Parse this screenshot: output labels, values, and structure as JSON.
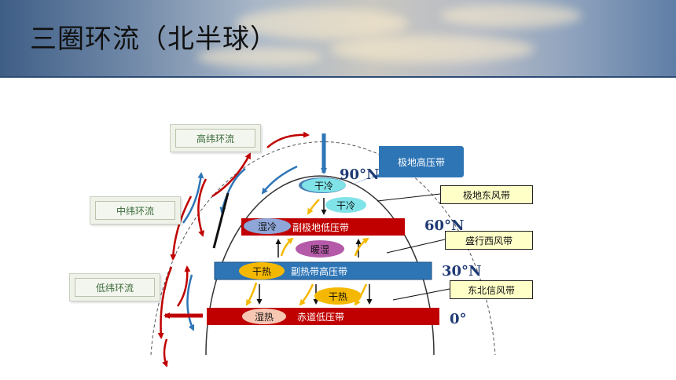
{
  "title": "三圈环流（北半球）",
  "cells": {
    "high": "高纬环流",
    "mid": "中纬环流",
    "low": "低纬环流"
  },
  "callout": "极地高压带",
  "latitudes": {
    "lat90": "90°N",
    "lat60": "60°N",
    "lat30": "30°N",
    "lat0": "0°"
  },
  "belts": {
    "subpolar_low": "副极地低压带",
    "subtropical_high": "副热带高压带",
    "equatorial_low": "赤道低压带"
  },
  "winds": {
    "polar_easterlies": "极地东风带",
    "westerlies": "盛行西风带",
    "trade_winds": "东北信风带"
  },
  "air": {
    "dry_cold_top": "干冷",
    "dry_cold": "干冷",
    "wet_cold": "湿冷",
    "warm_wet": "暖湿",
    "dry_hot_left": "干热",
    "dry_hot_right": "干热",
    "wet_hot": "湿热"
  },
  "colors": {
    "low_pressure": "#c00000",
    "high_pressure": "#2e75b6",
    "arrow_red": "#c00000",
    "arrow_blue": "#2e75b6",
    "arrow_yellow": "#f5b800",
    "latitude_text": "#1f3a74"
  }
}
